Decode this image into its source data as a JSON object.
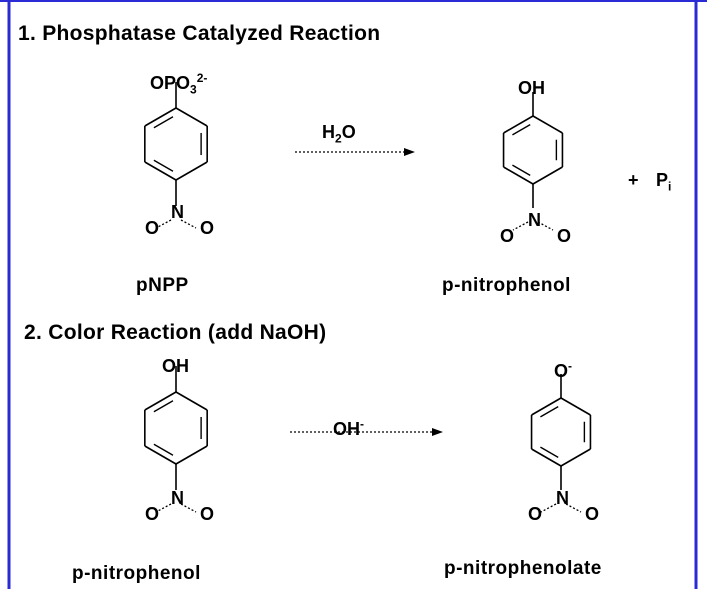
{
  "sections": [
    {
      "title": "1. Phosphatase Catalyzed Reaction"
    },
    {
      "title": "2. Color Reaction (add NaOH)"
    }
  ],
  "molecules": {
    "pnpp": {
      "name": "pNPP",
      "substituent": {
        "main": "OPO",
        "sub": "3",
        "sup": "2-"
      }
    },
    "nitrophenol_1": {
      "name": "p-nitrophenol",
      "substituent": {
        "main": "OH"
      }
    },
    "nitrophenol_2": {
      "name": "p-nitrophenol",
      "substituent": {
        "main": "OH"
      }
    },
    "nitrophenolate": {
      "name": "p-nitrophenolate",
      "substituent": {
        "main": "O",
        "sup": "-"
      }
    }
  },
  "nitro_group": {
    "n": "N",
    "o": "O"
  },
  "reagents": {
    "water": {
      "main": "H",
      "sub": "2",
      "tail": "O"
    },
    "hydroxide": {
      "main": "OH",
      "sup": "-"
    }
  },
  "byproduct": {
    "plus": "+",
    "main": "P",
    "sub": "i"
  },
  "colors": {
    "border": "#2b2bd6",
    "ink": "#000000"
  }
}
